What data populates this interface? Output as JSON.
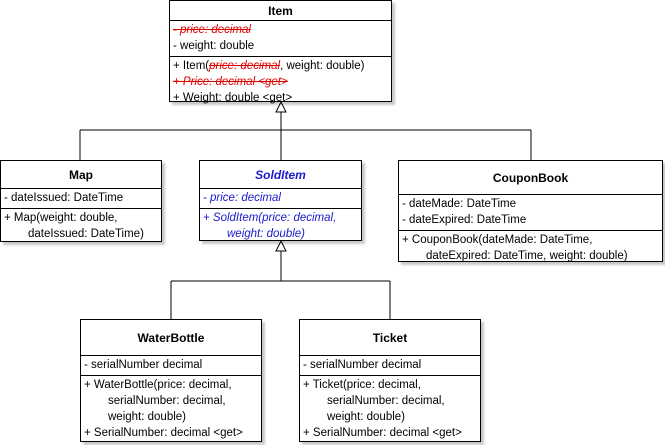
{
  "classes": {
    "item": {
      "name": "Item",
      "attr_price": "-  price: decimal",
      "attr_weight": "-  weight: double",
      "ctor_prefix": "+ Item(",
      "ctor_struck": "price: decimal",
      "ctor_suffix": ", weight: double)",
      "prop_price": "+ Price: decimal <get>",
      "prop_weight": "+ Weight: double <get>"
    },
    "map": {
      "name": "Map",
      "attr_date": "-  dateIssued: DateTime",
      "ctor_line1": "+ Map(weight: double,",
      "ctor_line2": "dateIssued: DateTime)"
    },
    "sold_item": {
      "name": "SoldItem",
      "attr_price": "-  price: decimal",
      "ctor_line1": "+ SoldItem(price: decimal,",
      "ctor_line2": "weight: double)"
    },
    "coupon_book": {
      "name": "CouponBook",
      "attr_made": "-  dateMade: DateTime",
      "attr_expired": "-  dateExpired: DateTime",
      "ctor_line1": "+ CouponBook(dateMade: DateTime,",
      "ctor_line2": "dateExpired: DateTime, weight: double)"
    },
    "water_bottle": {
      "name": "WaterBottle",
      "attr_serial": "-  serialNumber decimal",
      "ctor_line1": "+ WaterBottle(price: decimal,",
      "ctor_line2": "serialNumber: decimal,",
      "ctor_line3": "weight: double)",
      "prop_serial": "+ SerialNumber: decimal <get>"
    },
    "ticket": {
      "name": "Ticket",
      "attr_serial": "-  serialNumber decimal",
      "ctor_line1": "+ Ticket(price: decimal,",
      "ctor_line2": "serialNumber: decimal,",
      "ctor_line3": "weight: double)",
      "prop_serial": "+ SerialNumber: decimal <get>"
    }
  },
  "colors": {
    "removed": "#e00000",
    "abstract": "#1a1acc"
  }
}
